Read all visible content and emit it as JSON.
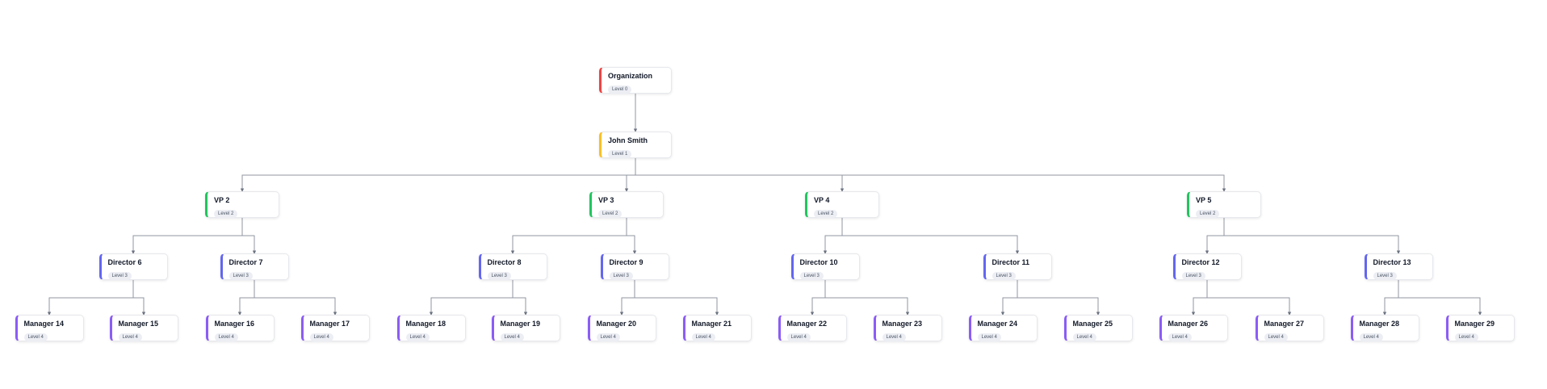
{
  "diagram": {
    "type": "org-chart",
    "connector_color": "#9096a0",
    "arrow_color": "#6b7280",
    "levels": [
      {
        "level": 0,
        "accent_color": "#ef4444"
      },
      {
        "level": 1,
        "accent_color": "#fbbf24"
      },
      {
        "level": 2,
        "accent_color": "#22c55e"
      },
      {
        "level": 3,
        "accent_color": "#6366f1"
      },
      {
        "level": 4,
        "accent_color": "#8b5cf6"
      }
    ],
    "nodes": [
      {
        "id": "org",
        "label": "Organization",
        "badge": "Level 0",
        "level": 0,
        "parent": null
      },
      {
        "id": "john",
        "label": "John Smith",
        "badge": "Level 1",
        "level": 1,
        "parent": "org"
      },
      {
        "id": "vp2",
        "label": "VP 2",
        "badge": "Level 2",
        "level": 2,
        "parent": "john"
      },
      {
        "id": "vp3",
        "label": "VP 3",
        "badge": "Level 2",
        "level": 2,
        "parent": "john"
      },
      {
        "id": "vp4",
        "label": "VP 4",
        "badge": "Level 2",
        "level": 2,
        "parent": "john"
      },
      {
        "id": "vp5",
        "label": "VP 5",
        "badge": "Level 2",
        "level": 2,
        "parent": "john"
      },
      {
        "id": "d6",
        "label": "Director 6",
        "badge": "Level 3",
        "level": 3,
        "parent": "vp2"
      },
      {
        "id": "d7",
        "label": "Director 7",
        "badge": "Level 3",
        "level": 3,
        "parent": "vp2"
      },
      {
        "id": "d8",
        "label": "Director 8",
        "badge": "Level 3",
        "level": 3,
        "parent": "vp3"
      },
      {
        "id": "d9",
        "label": "Director 9",
        "badge": "Level 3",
        "level": 3,
        "parent": "vp3"
      },
      {
        "id": "d10",
        "label": "Director 10",
        "badge": "Level 3",
        "level": 3,
        "parent": "vp4"
      },
      {
        "id": "d11",
        "label": "Director 11",
        "badge": "Level 3",
        "level": 3,
        "parent": "vp4"
      },
      {
        "id": "d12",
        "label": "Director 12",
        "badge": "Level 3",
        "level": 3,
        "parent": "vp5"
      },
      {
        "id": "d13",
        "label": "Director 13",
        "badge": "Level 3",
        "level": 3,
        "parent": "vp5"
      },
      {
        "id": "m14",
        "label": "Manager 14",
        "badge": "Level 4",
        "level": 4,
        "parent": "d6"
      },
      {
        "id": "m15",
        "label": "Manager 15",
        "badge": "Level 4",
        "level": 4,
        "parent": "d6"
      },
      {
        "id": "m16",
        "label": "Manager 16",
        "badge": "Level 4",
        "level": 4,
        "parent": "d7"
      },
      {
        "id": "m17",
        "label": "Manager 17",
        "badge": "Level 4",
        "level": 4,
        "parent": "d7"
      },
      {
        "id": "m18",
        "label": "Manager 18",
        "badge": "Level 4",
        "level": 4,
        "parent": "d8"
      },
      {
        "id": "m19",
        "label": "Manager 19",
        "badge": "Level 4",
        "level": 4,
        "parent": "d8"
      },
      {
        "id": "m20",
        "label": "Manager 20",
        "badge": "Level 4",
        "level": 4,
        "parent": "d9"
      },
      {
        "id": "m21",
        "label": "Manager 21",
        "badge": "Level 4",
        "level": 4,
        "parent": "d9"
      },
      {
        "id": "m22",
        "label": "Manager 22",
        "badge": "Level 4",
        "level": 4,
        "parent": "d10"
      },
      {
        "id": "m23",
        "label": "Manager 23",
        "badge": "Level 4",
        "level": 4,
        "parent": "d10"
      },
      {
        "id": "m24",
        "label": "Manager 24",
        "badge": "Level 4",
        "level": 4,
        "parent": "d11"
      },
      {
        "id": "m25",
        "label": "Manager 25",
        "badge": "Level 4",
        "level": 4,
        "parent": "d11"
      },
      {
        "id": "m26",
        "label": "Manager 26",
        "badge": "Level 4",
        "level": 4,
        "parent": "d12"
      },
      {
        "id": "m27",
        "label": "Manager 27",
        "badge": "Level 4",
        "level": 4,
        "parent": "d12"
      },
      {
        "id": "m28",
        "label": "Manager 28",
        "badge": "Level 4",
        "level": 4,
        "parent": "d13"
      },
      {
        "id": "m29",
        "label": "Manager 29",
        "badge": "Level 4",
        "level": 4,
        "parent": "d13"
      }
    ]
  }
}
